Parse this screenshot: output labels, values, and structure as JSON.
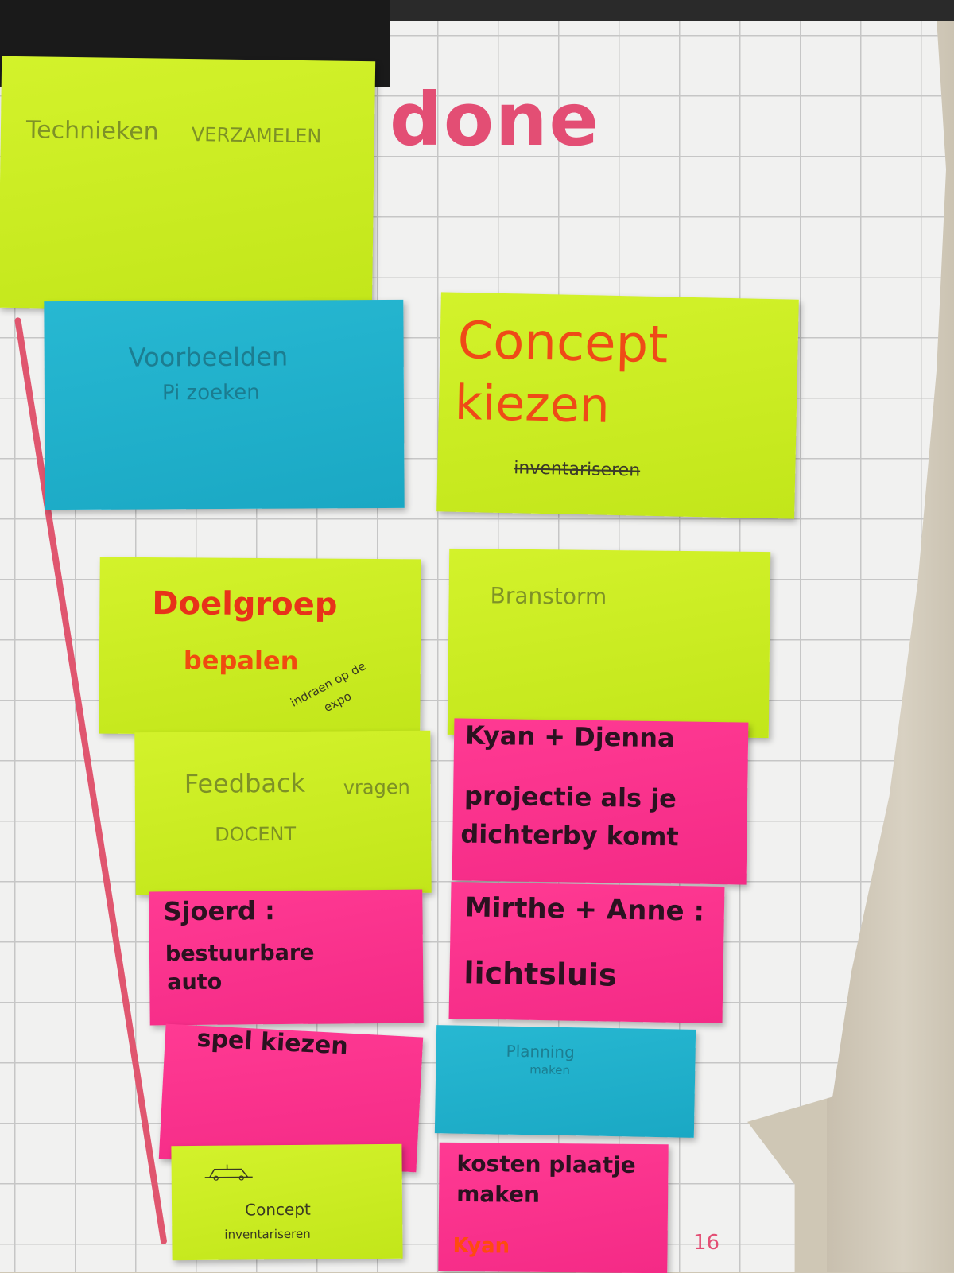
{
  "board": {
    "column_heading": "done",
    "page_number": "16"
  },
  "notes": [
    {
      "color": "lime",
      "lines": [
        "Technieken",
        "VERZAMELEN"
      ]
    },
    {
      "color": "cyan",
      "lines": [
        "Voorbeelden",
        "Pi zoeken"
      ]
    },
    {
      "color": "lime",
      "lines": [
        "Concept",
        "kiezen",
        "inventariseren"
      ]
    },
    {
      "color": "lime",
      "lines": [
        "Doelgroep",
        "bepalen",
        "indraen op de",
        "expo"
      ]
    },
    {
      "color": "lime",
      "lines": [
        "Branstorm"
      ]
    },
    {
      "color": "lime",
      "lines": [
        "Feedback",
        "vragen",
        "DOCENT"
      ]
    },
    {
      "color": "pink",
      "lines": [
        "Kyan + Djenna",
        "projectie als je",
        "dichterby komt"
      ]
    },
    {
      "color": "pink",
      "lines": [
        "Sjoerd :",
        "bestuurbare",
        "auto"
      ]
    },
    {
      "color": "pink",
      "lines": [
        "Mirthe + Anne :",
        "lichtsluis"
      ]
    },
    {
      "color": "pink",
      "lines": [
        "spel kiezen"
      ]
    },
    {
      "color": "cyan",
      "lines": [
        "Planning",
        "maken"
      ]
    },
    {
      "color": "lime",
      "lines": [
        "Concept",
        "inventariseren"
      ]
    },
    {
      "color": "pink",
      "lines": [
        "kosten plaatje",
        "maken",
        "Kyan"
      ]
    }
  ]
}
